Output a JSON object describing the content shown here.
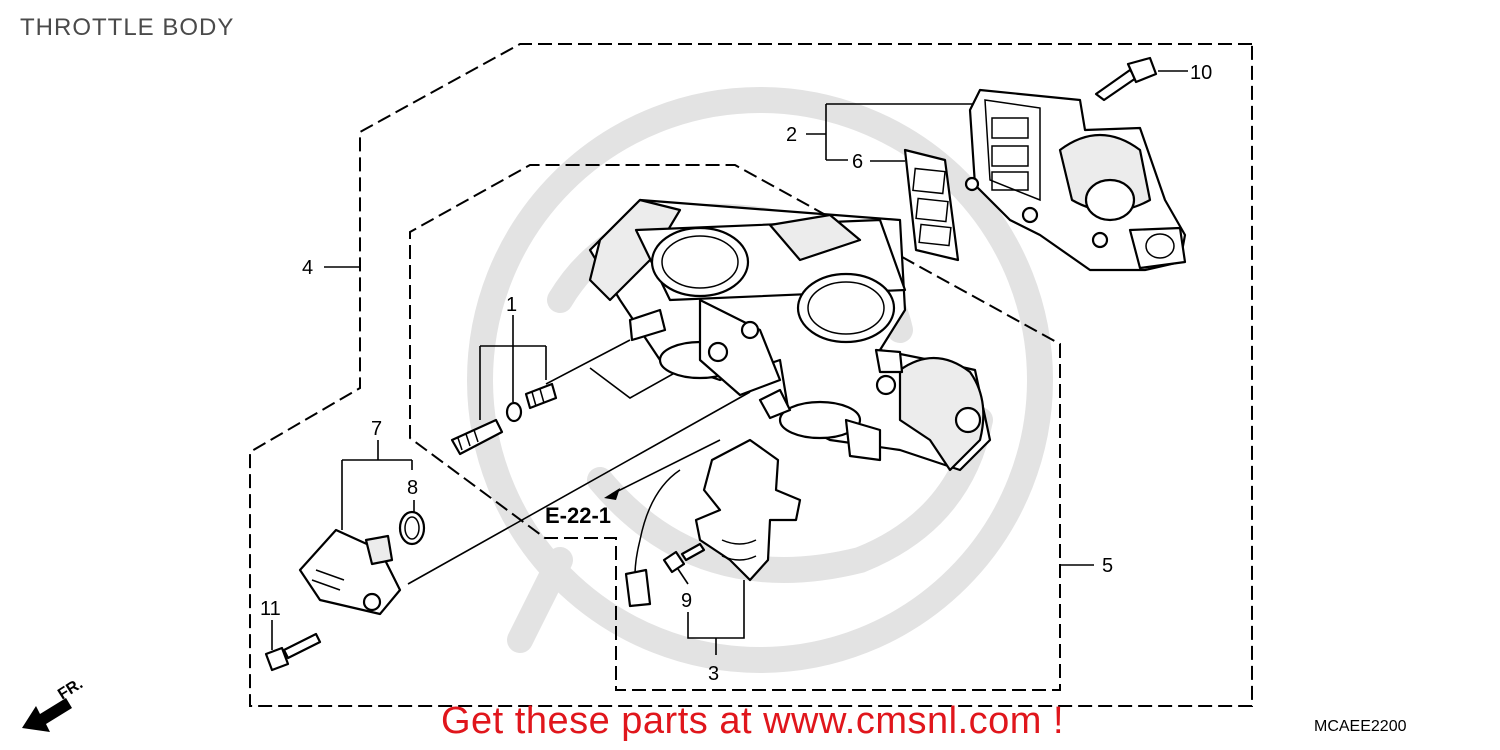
{
  "title": "THROTTLE BODY",
  "callouts": {
    "c1": "1",
    "c2": "2",
    "c3": "3",
    "c4": "4",
    "c5": "5",
    "c6": "6",
    "c7": "7",
    "c8": "8",
    "c9": "9",
    "c10": "10",
    "c11": "11"
  },
  "reference": "E-22-1",
  "front_label": "FR.",
  "promo": "Get these parts at www.cmsnl.com !",
  "diagram_code": "MCAEE2200",
  "colors": {
    "promo": "#e0161c",
    "line": "#000000",
    "watermark": "#e3e3e3"
  }
}
